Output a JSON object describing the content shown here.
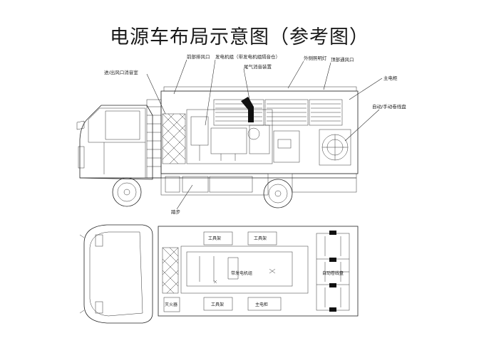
{
  "title": "电源车布局示意图（参考图）",
  "side_view": {
    "labels": {
      "radiator_exhaust": "前部排风口",
      "inlet_muffler": "进/出风口消音室",
      "genset_room": "发电机组（带发电机组隔音仓）",
      "exhaust_muffler": "尾气消音装置",
      "outer_light": "外侧照明灯",
      "top_vent": "顶部通风口",
      "main_switch": "主电柜",
      "cable_reel": "自动/手动卷线盘",
      "step": "踏步"
    }
  },
  "top_view": {
    "labels": {
      "tool_rack_1": "工具架",
      "tool_rack_2": "工具架",
      "tool_rack_3": "工具架",
      "main_cabinet": "主电柜",
      "genset": "带发电机组",
      "cable_reel": "自动卷线盘",
      "fire_box": "灭火器"
    }
  }
}
